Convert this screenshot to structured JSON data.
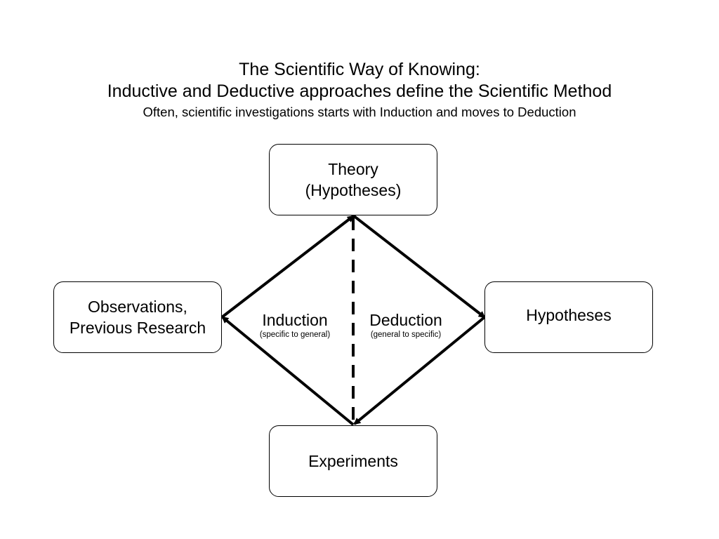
{
  "header": {
    "title_line1": "The Scientific Way of Knowing:",
    "title_line2": "Inductive and Deductive approaches define the Scientific Method",
    "subtitle": "Often, scientific investigations starts with Induction and moves to Deduction"
  },
  "nodes": {
    "theory": {
      "line1": "Theory",
      "line2": "(Hypotheses)"
    },
    "observations": {
      "line1": "Observations,",
      "line2": "Previous Research"
    },
    "hypotheses": {
      "line1": "Hypotheses"
    },
    "experiments": {
      "line1": "Experiments"
    }
  },
  "regions": {
    "induction": {
      "label": "Induction",
      "sublabel": "(specific to general)"
    },
    "deduction": {
      "label": "Deduction",
      "sublabel": "(general to specific)"
    }
  },
  "colors": {
    "stroke": "#000000",
    "background": "#ffffff"
  }
}
